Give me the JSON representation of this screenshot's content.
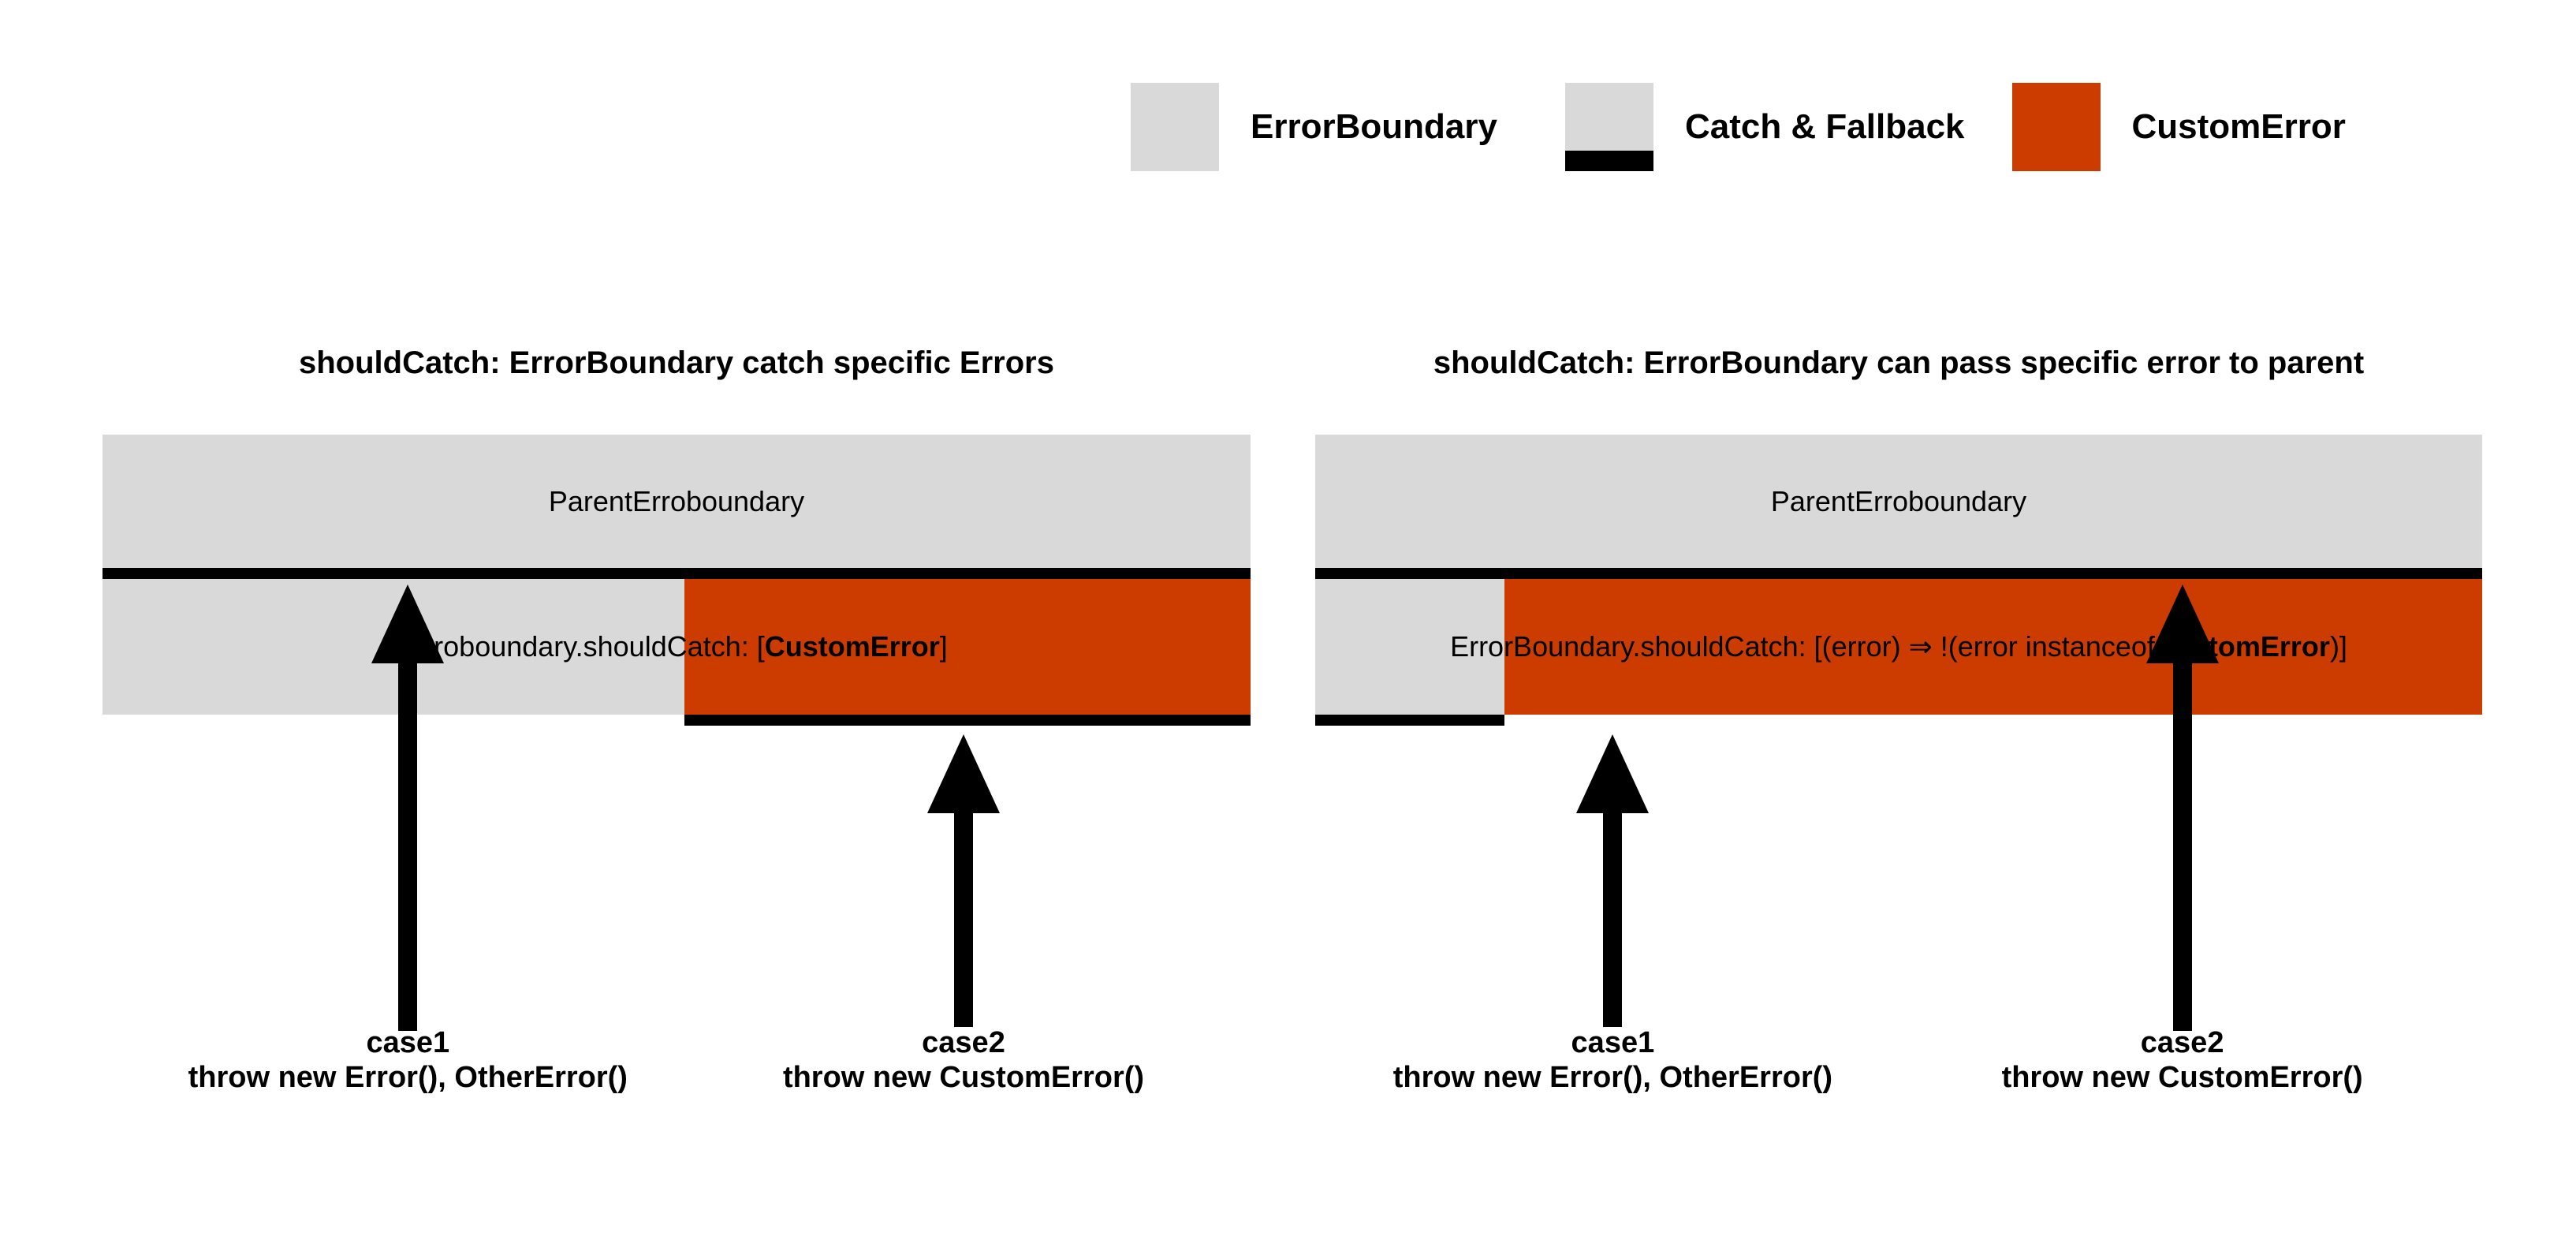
{
  "legend": {
    "items": [
      {
        "label": "ErrorBoundary",
        "swatch": "gray-square",
        "color": "#d9d9d9"
      },
      {
        "label": "Catch & Fallback",
        "swatch": "gray-square-with-black-bottom-bar",
        "color": "#d9d9d9",
        "bar_color": "#000000"
      },
      {
        "label": "CustomError",
        "swatch": "orange-square",
        "color": "#cc3c00"
      }
    ]
  },
  "colors": {
    "gray": "#d9d9d9",
    "orange": "#cc3c00",
    "black": "#000000",
    "background": "#ffffff"
  },
  "panels": [
    {
      "title": "shouldCatch: ErrorBoundary catch specific Errors",
      "parent_label": "ParentErroboundary",
      "child_label_plain_1": "Erroboundary.shouldCatch: [",
      "child_label_bold_1": "CustomError",
      "child_label_plain_2": "]",
      "child_gray_percent": 50.7,
      "child_orange_percent": 49.3,
      "bottom_bar_side": "right",
      "arrows": [
        {
          "name": "case1-arrow",
          "x_percent": 26.6,
          "tip": "top-divider"
        },
        {
          "name": "case2-arrow",
          "x_percent": 75.0,
          "tip": "bottom-bar"
        }
      ],
      "cases": [
        {
          "title": "case1",
          "detail": "throw new Error(), OtherError()",
          "x_percent": 26.6
        },
        {
          "title": "case2",
          "detail": "throw new CustomError()",
          "x_percent": 75.0
        }
      ]
    },
    {
      "title": "shouldCatch: ErrorBoundary can pass specific error to parent",
      "parent_label": "ParentErroboundary",
      "child_label_plain_1": "ErrorBoundary.shouldCatch: [(error) ⇒ !(error instanceof ",
      "child_label_bold_1": "CustomError",
      "child_label_plain_2": ")]",
      "child_gray_percent": 16.2,
      "child_orange_percent": 83.8,
      "bottom_bar_side": "left",
      "arrows": [
        {
          "name": "case1-arrow",
          "x_percent": 25.5,
          "tip": "bottom-bar"
        },
        {
          "name": "case2-arrow",
          "x_percent": 74.3,
          "tip": "top-divider"
        }
      ],
      "cases": [
        {
          "title": "case1",
          "detail": "throw new Error(), OtherError()",
          "x_percent": 25.5
        },
        {
          "title": "case2",
          "detail": "throw new CustomError()",
          "x_percent": 74.3
        }
      ]
    }
  ]
}
